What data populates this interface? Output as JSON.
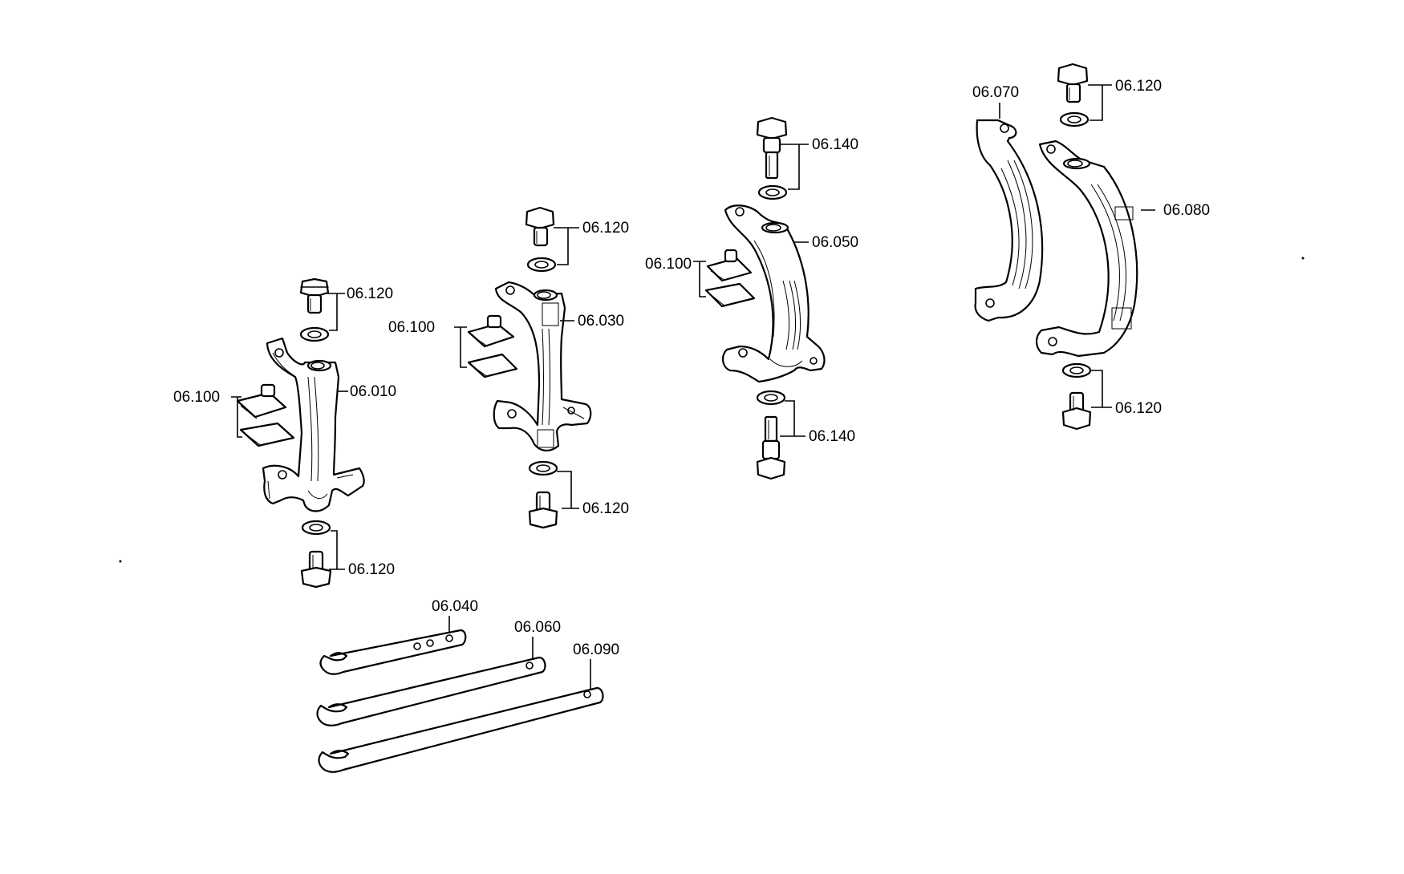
{
  "diagram": {
    "labels": {
      "p010": "06.010",
      "p030": "06.030",
      "p040": "06.040",
      "p050": "06.050",
      "p060": "06.060",
      "p070": "06.070",
      "p080": "06.080",
      "p090": "06.090",
      "p100": "06.100",
      "p120": "06.120",
      "p140": "06.140"
    }
  }
}
